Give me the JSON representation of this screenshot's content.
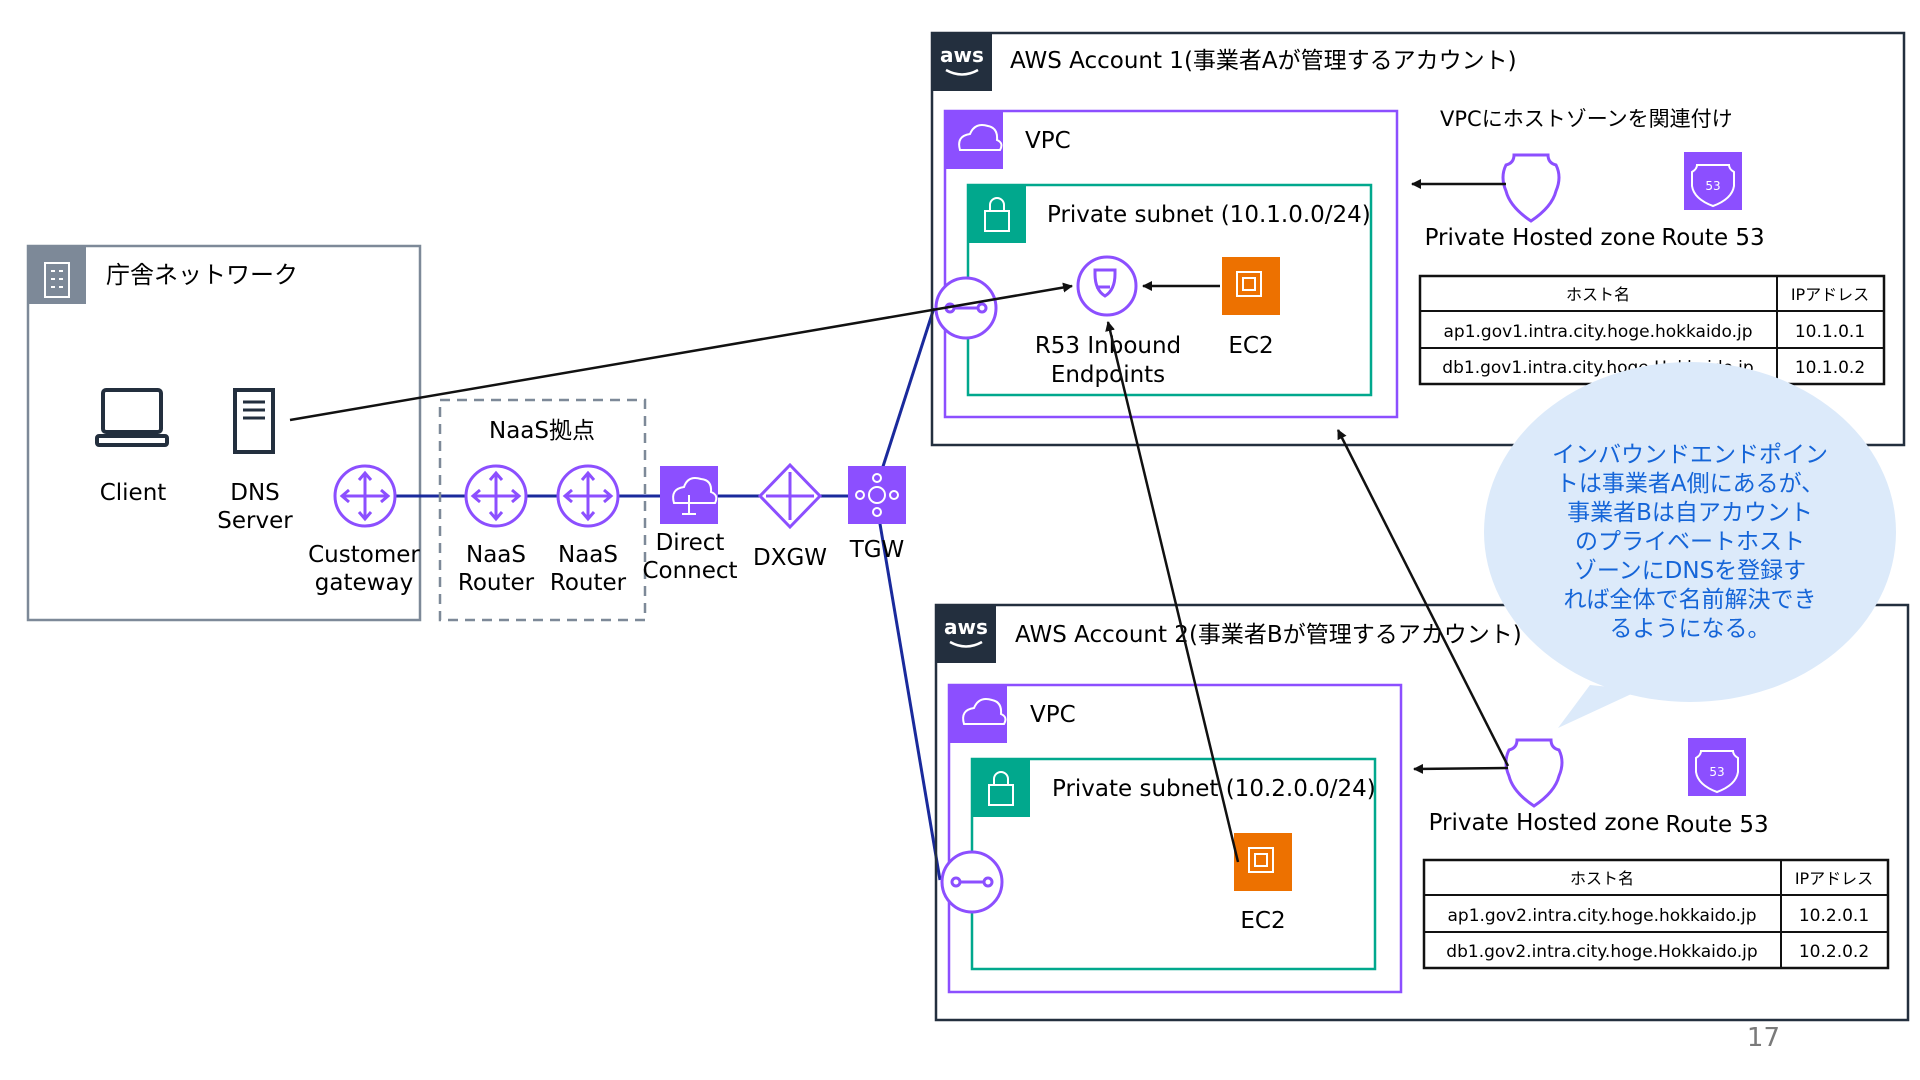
{
  "office": {
    "title": "庁舎ネットワーク"
  },
  "client": {
    "label": "Client"
  },
  "dns_server": {
    "line1": "DNS",
    "line2": "Server"
  },
  "customer_gateway": {
    "line1": "Customer",
    "line2": "gateway"
  },
  "naas": {
    "title": "NaaS拠点",
    "router1": {
      "line1": "NaaS",
      "line2": "Router"
    },
    "router2": {
      "line1": "NaaS",
      "line2": "Router"
    }
  },
  "direct_connect": {
    "line1": "Direct",
    "line2": "Connect"
  },
  "dxgw": {
    "label": "DXGW"
  },
  "tgw": {
    "label": "TGW"
  },
  "account1": {
    "aws_logo": "aws",
    "title": "AWS Account 1(事業者Aが管理するアカウント)",
    "vpc_label": "VPC",
    "subnet_label": "Private subnet (10.1.0.0/24)",
    "endpoint": {
      "line1": "R53 Inbound",
      "line2": "Endpoints"
    },
    "ec2_label": "EC2",
    "association_note": "VPCにホストゾーンを関連付け",
    "hosted_zone_label": "Private Hosted zone",
    "route53_label": "Route 53",
    "route53_badge": "53",
    "table": {
      "headers": [
        "ホスト名",
        "IPアドレス"
      ],
      "rows": [
        [
          "ap1.gov1.intra.city.hoge.hokkaido.jp",
          "10.1.0.1"
        ],
        [
          "db1.gov1.intra.city.hoge.Hokkaido.jp",
          "10.1.0.2"
        ]
      ]
    }
  },
  "account2": {
    "aws_logo": "aws",
    "title": "AWS Account 2(事業者Bが管理するアカウント)",
    "vpc_label": "VPC",
    "subnet_label": "Private subnet (10.2.0.0/24)",
    "ec2_label": "EC2",
    "hosted_zone_label": "Private Hosted zone",
    "route53_label": "Route 53",
    "route53_badge": "53",
    "table": {
      "headers": [
        "ホスト名",
        "IPアドレス"
      ],
      "rows": [
        [
          "ap1.gov2.intra.city.hoge.hokkaido.jp",
          "10.2.0.1"
        ],
        [
          "db1.gov2.intra.city.hoge.Hokkaido.jp",
          "10.2.0.2"
        ]
      ]
    }
  },
  "callout": {
    "lines": [
      "インバウンドエンドポイン",
      "トは事業者A側にあるが、",
      "事業者Bは自アカウント",
      "のプライベートホスト",
      "ゾーンにDNSを登録す",
      "れば全体で名前解決でき",
      "るようになる。"
    ]
  },
  "page_number": "17",
  "colors": {
    "purple": "#8c4fff",
    "teal": "#01a88d",
    "orange": "#ed7100",
    "navy": "#232f3e",
    "link_blue": "#1a2a9c",
    "callout_fill": "#dceafa",
    "callout_text": "#1565d8",
    "office_border": "#7d8998"
  }
}
